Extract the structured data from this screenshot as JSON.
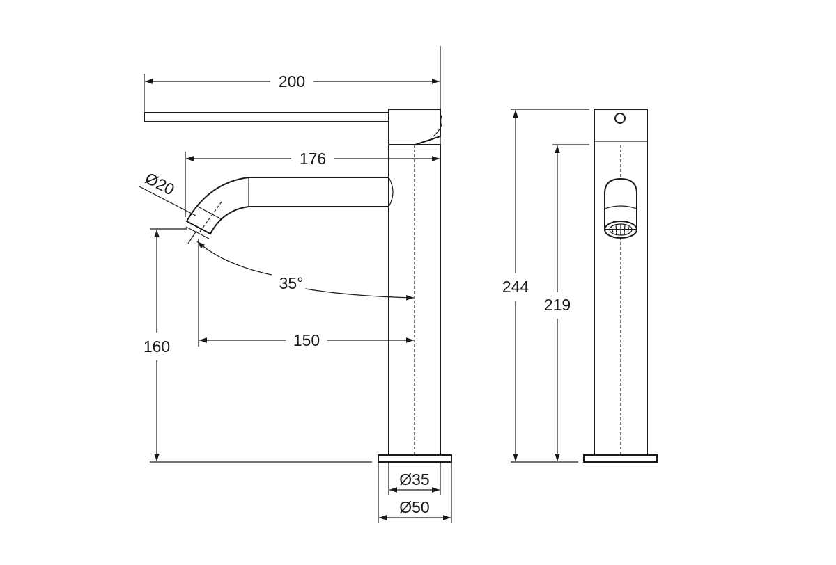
{
  "dimensions": {
    "overall_width": "200",
    "spout_reach": "176",
    "outlet_diameter": "Ø20",
    "spout_angle": "35°",
    "outlet_to_center": "150",
    "outlet_height": "160",
    "overall_height": "244",
    "body_height": "219",
    "body_diameter": "Ø35",
    "base_diameter": "Ø50"
  }
}
